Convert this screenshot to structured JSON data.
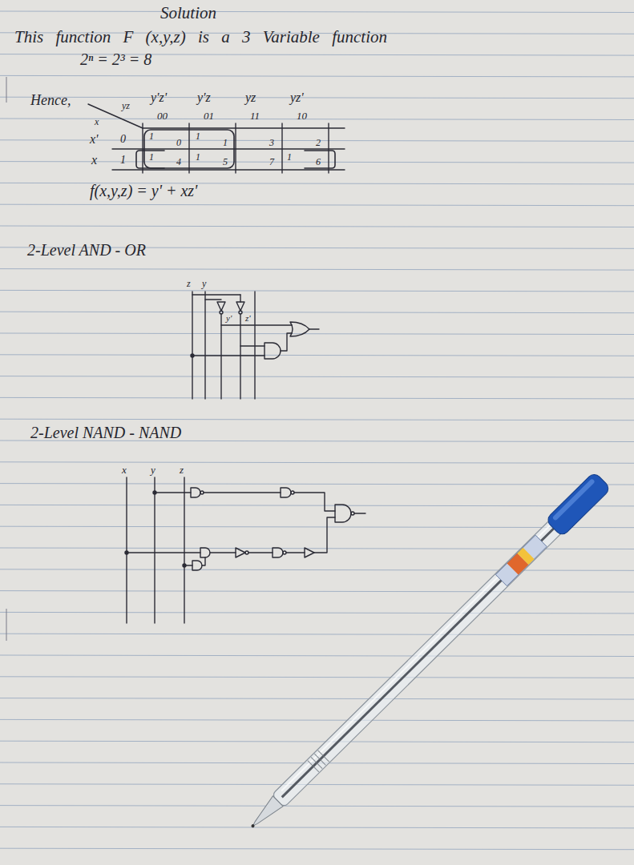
{
  "diagram": {
    "title": "Solution",
    "labels": [
      "This function F (x,y,z) is a 3 Variable function",
      "2ⁿ = 2³ = 8",
      "Hence,",
      "yz",
      "x",
      "y'z'",
      "y'z",
      "yz",
      "yz'",
      "00",
      "01",
      "11",
      "10",
      "x'",
      "0",
      "x",
      "1",
      "1",
      "0",
      "1",
      "1",
      "3",
      "2",
      "1",
      "4",
      "1",
      "5",
      "7",
      "1",
      "6",
      "f(x,y,z) = y' + xz'",
      "2-Level AND - OR",
      "z",
      "y",
      "y'",
      "z'",
      "2-Level NAND - NAND",
      "x",
      "y",
      "z"
    ]
  }
}
